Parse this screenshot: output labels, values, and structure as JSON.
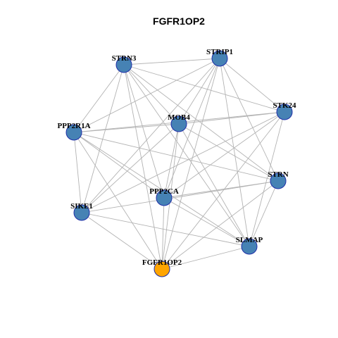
{
  "title": "FGFR1OP2",
  "colors": {
    "node_fill": "#4682B4",
    "focus_fill": "#FFA500",
    "node_border": "#1f2fa8",
    "edge": "#b3b3b3"
  },
  "nodes": [
    {
      "id": "STRN3",
      "label": "STRN3",
      "focus": false
    },
    {
      "id": "STRIP1",
      "label": "STRIP1",
      "focus": false
    },
    {
      "id": "STK24",
      "label": "STK24",
      "focus": false
    },
    {
      "id": "PPP2R1A",
      "label": "PPP2R1A",
      "focus": false
    },
    {
      "id": "MOB4",
      "label": "MOB4",
      "focus": false
    },
    {
      "id": "STRN",
      "label": "STRN",
      "focus": false
    },
    {
      "id": "PPP2CA",
      "label": "PPP2CA",
      "focus": false
    },
    {
      "id": "SIKE1",
      "label": "SIKE1",
      "focus": false
    },
    {
      "id": "SLMAP",
      "label": "SLMAP",
      "focus": false
    },
    {
      "id": "FGFR1OP2",
      "label": "FGFR1OP2",
      "focus": true
    }
  ],
  "edges": [
    [
      "STRN3",
      "STRIP1"
    ],
    [
      "STRN3",
      "STK24"
    ],
    [
      "STRN3",
      "PPP2R1A"
    ],
    [
      "STRN3",
      "MOB4"
    ],
    [
      "STRN3",
      "STRN"
    ],
    [
      "STRN3",
      "PPP2CA"
    ],
    [
      "STRN3",
      "SIKE1"
    ],
    [
      "STRN3",
      "SLMAP"
    ],
    [
      "STRN3",
      "FGFR1OP2"
    ],
    [
      "STRIP1",
      "STK24"
    ],
    [
      "STRIP1",
      "PPP2R1A"
    ],
    [
      "STRIP1",
      "MOB4"
    ],
    [
      "STRIP1",
      "STRN"
    ],
    [
      "STRIP1",
      "PPP2CA"
    ],
    [
      "STRIP1",
      "SIKE1"
    ],
    [
      "STRIP1",
      "SLMAP"
    ],
    [
      "STRIP1",
      "FGFR1OP2"
    ],
    [
      "STK24",
      "PPP2R1A"
    ],
    [
      "STK24",
      "MOB4"
    ],
    [
      "STK24",
      "PPP2CA"
    ],
    [
      "STK24",
      "SIKE1"
    ],
    [
      "STK24",
      "SLMAP"
    ],
    [
      "STK24",
      "FGFR1OP2"
    ],
    [
      "PPP2R1A",
      "MOB4"
    ],
    [
      "PPP2R1A",
      "STRN"
    ],
    [
      "PPP2R1A",
      "PPP2CA"
    ],
    [
      "PPP2R1A",
      "SIKE1"
    ],
    [
      "PPP2R1A",
      "SLMAP"
    ],
    [
      "PPP2R1A",
      "FGFR1OP2"
    ],
    [
      "MOB4",
      "STRN"
    ],
    [
      "MOB4",
      "PPP2CA"
    ],
    [
      "MOB4",
      "SIKE1"
    ],
    [
      "MOB4",
      "SLMAP"
    ],
    [
      "MOB4",
      "FGFR1OP2"
    ],
    [
      "STRN",
      "PPP2CA"
    ],
    [
      "STRN",
      "SIKE1"
    ],
    [
      "STRN",
      "SLMAP"
    ],
    [
      "STRN",
      "FGFR1OP2"
    ],
    [
      "PPP2CA",
      "SLMAP"
    ],
    [
      "PPP2CA",
      "FGFR1OP2"
    ],
    [
      "SIKE1",
      "SLMAP"
    ],
    [
      "SIKE1",
      "FGFR1OP2"
    ],
    [
      "SLMAP",
      "FGFR1OP2"
    ]
  ]
}
